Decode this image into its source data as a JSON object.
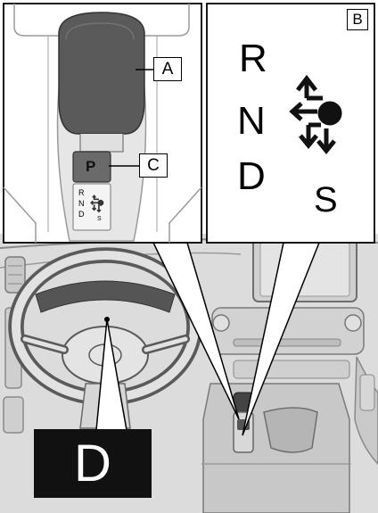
{
  "callouts": {
    "a": "A",
    "b": "B",
    "c": "C"
  },
  "shifter_panel": {
    "knob_letter": "P",
    "mini_reverse": "R",
    "mini_neutral": "N",
    "mini_drive": "D",
    "mini_sport": "S"
  },
  "gate_panel": {
    "reverse": "R",
    "neutral": "N",
    "drive": "D",
    "sport": "S"
  },
  "display": {
    "gear": "D"
  }
}
